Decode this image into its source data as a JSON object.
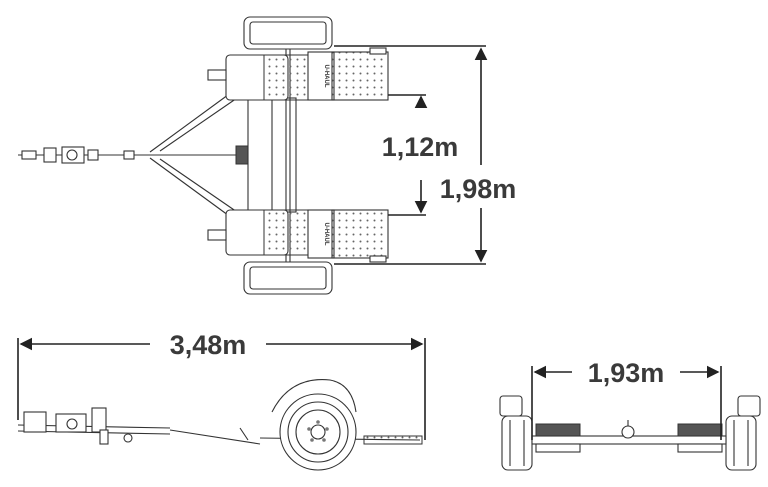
{
  "dimensions": {
    "inner_width": "1,12m",
    "outer_width": "1,98m",
    "length": "3,48m",
    "track_width": "1,93m"
  },
  "brand_marks": {
    "upper_ramp": "U-HAUL",
    "lower_ramp": "U-HAUL"
  },
  "colors": {
    "line": "#333333",
    "dimension_text": "#3a3a3a",
    "background": "#ffffff"
  }
}
